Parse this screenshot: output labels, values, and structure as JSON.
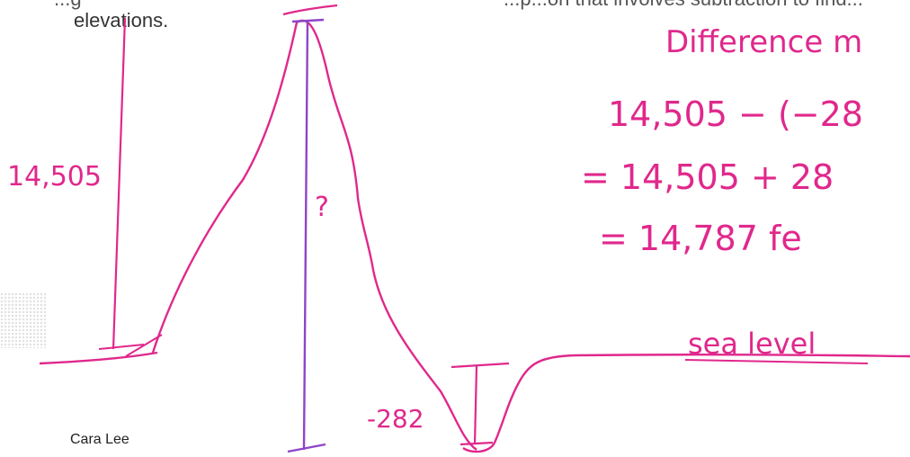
{
  "page": {
    "text_above_left": "elevations.",
    "cut_top_left": "...g",
    "cut_top_right": "...p...on that involves subtraction to find...",
    "author": "Cara Lee"
  },
  "annotations": {
    "mountain_height": "14,505",
    "unknown_mark": "?",
    "depth_label": "-282",
    "sea_level": "sea level"
  },
  "work": {
    "heading": "Difference m",
    "line1": "14,505 − (−28",
    "line2": "= 14,505 + 28",
    "line3": "= 14,787 fe"
  },
  "colors": {
    "pink_ink": "#e0288c",
    "purple_ink": "#8e44c8"
  }
}
